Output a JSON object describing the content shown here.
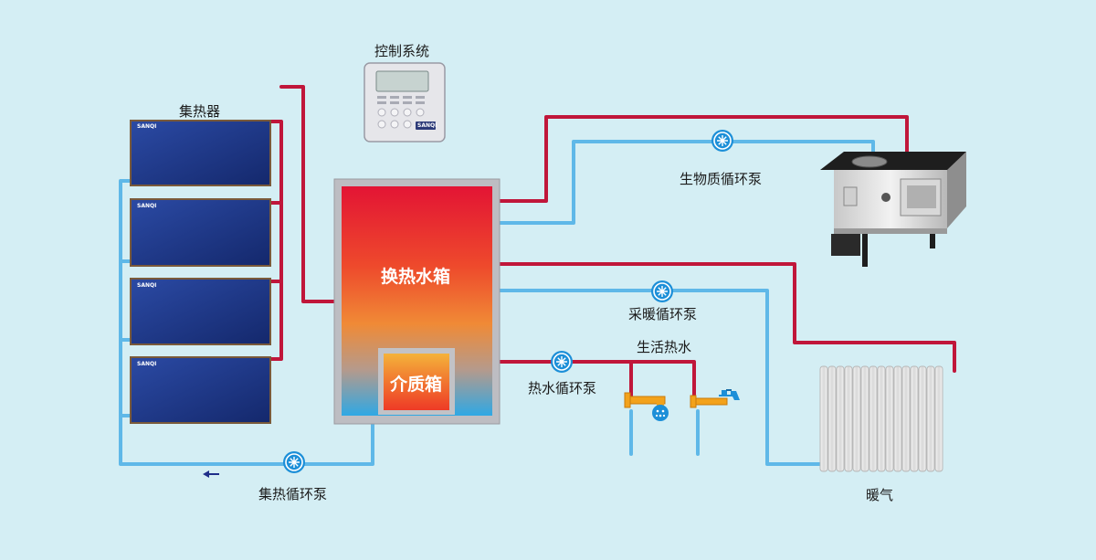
{
  "labels": {
    "control_system": "控制系统",
    "collector": "集热器",
    "tank": "换热水箱",
    "medium_tank": "介质箱",
    "biomass_pump": "生物质循环泵",
    "heating_pump": "采暖循环泵",
    "domestic_hot_water": "生活热水",
    "hot_water_pump": "热水循环泵",
    "collector_pump": "集热循环泵",
    "heating": "暖气"
  },
  "brand": "SANQI",
  "colors": {
    "background": "#d4eef4",
    "hot_pipe": "#c0163a",
    "cold_pipe": "#5fb8e8",
    "collector_panel": "#1f3a8a",
    "pump": "#1c8fd8"
  },
  "icons": [
    "pump-icon",
    "shower-icon",
    "faucet-icon",
    "flow-arrow-icon",
    "radiator-icon",
    "stove-icon",
    "controller-icon"
  ]
}
